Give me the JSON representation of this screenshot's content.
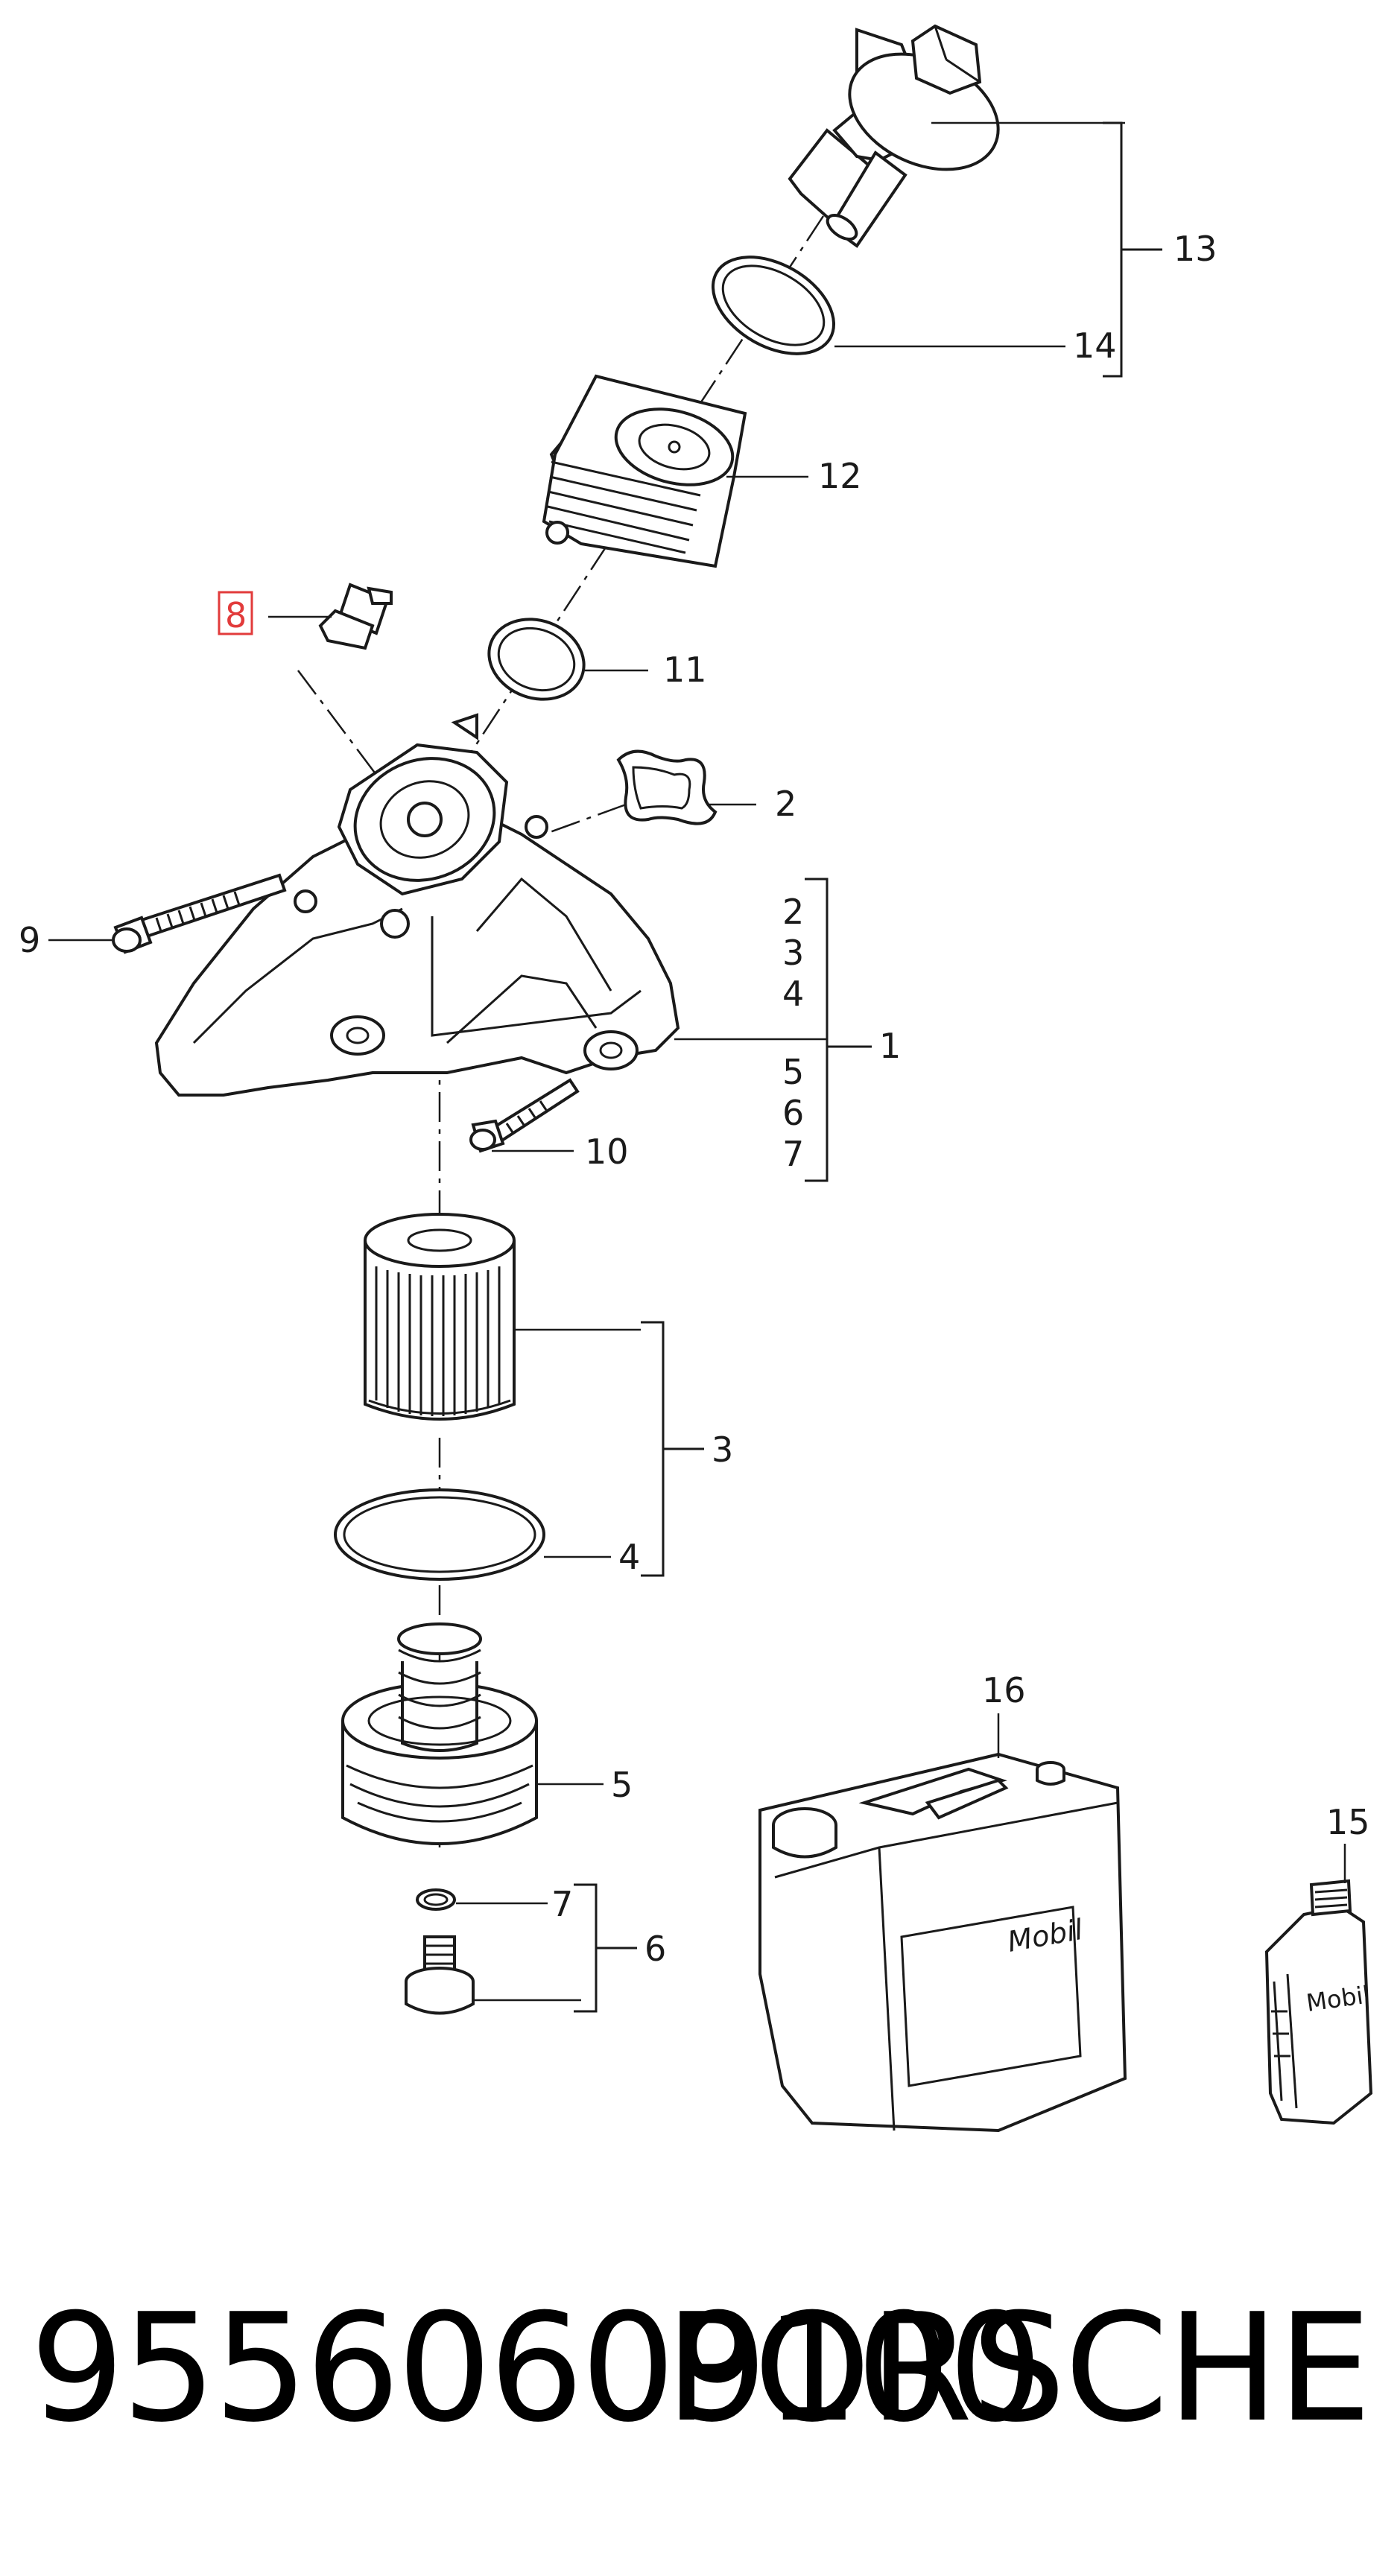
{
  "callouts": {
    "c1": "1",
    "c2a": "2",
    "c2b": "2",
    "c3a": "3",
    "c3b": "3",
    "c4a": "4",
    "c4b": "4",
    "c5a": "5",
    "c5b": "5",
    "c6a": "6",
    "c6b": "6",
    "c7a": "7",
    "c7b": "7",
    "c8": "8",
    "c9": "9",
    "c10": "10",
    "c11": "11",
    "c12": "12",
    "c13": "13",
    "c14": "14",
    "c15": "15",
    "c16": "16"
  },
  "product_labels": {
    "canister_brand": "Mobil",
    "bottle_brand": "Mobil"
  },
  "footer": {
    "part_number": "95560609100",
    "brand": "PORSCHE"
  },
  "colors": {
    "highlight": "#e23b3b",
    "line": "#1a1a1a",
    "background": "#ffffff"
  }
}
